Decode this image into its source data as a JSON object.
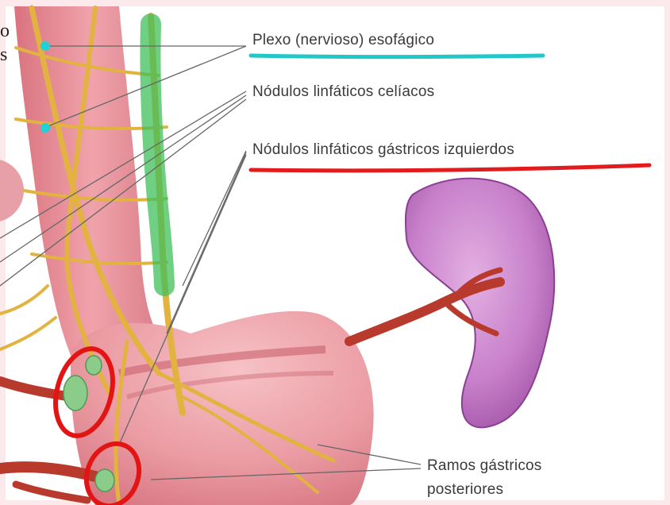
{
  "labels": {
    "esophageal_plexus": "Plexo (nervioso) esofágico",
    "celiac_nodes": "Nódulos linfáticos celíacos",
    "gastric_nodes": "Nódulos linfáticos gástricos izquierdos",
    "posterior_branches_line1": "Ramos gástricos",
    "posterior_branches_line2": "posteriores"
  },
  "edge_text": {
    "line1": "o",
    "line2": "s"
  },
  "colors": {
    "page_background": "#fbe9ec",
    "frame_background": "#ffffff",
    "esophagus": "#e8919b",
    "stomach": "#efa7ae",
    "spleen": "#c77fc9",
    "nerves": "#e2b341",
    "vessels": "#b83a2c",
    "lymph_nodes": "#8ccc8a",
    "underline_cyan": "#24c7c9",
    "underline_red": "#e21c1c",
    "highlight_green": "#3fbf5a",
    "markup_red": "#e21414",
    "markup_dot": "#22d0d6",
    "leader_lines": "#666666"
  }
}
